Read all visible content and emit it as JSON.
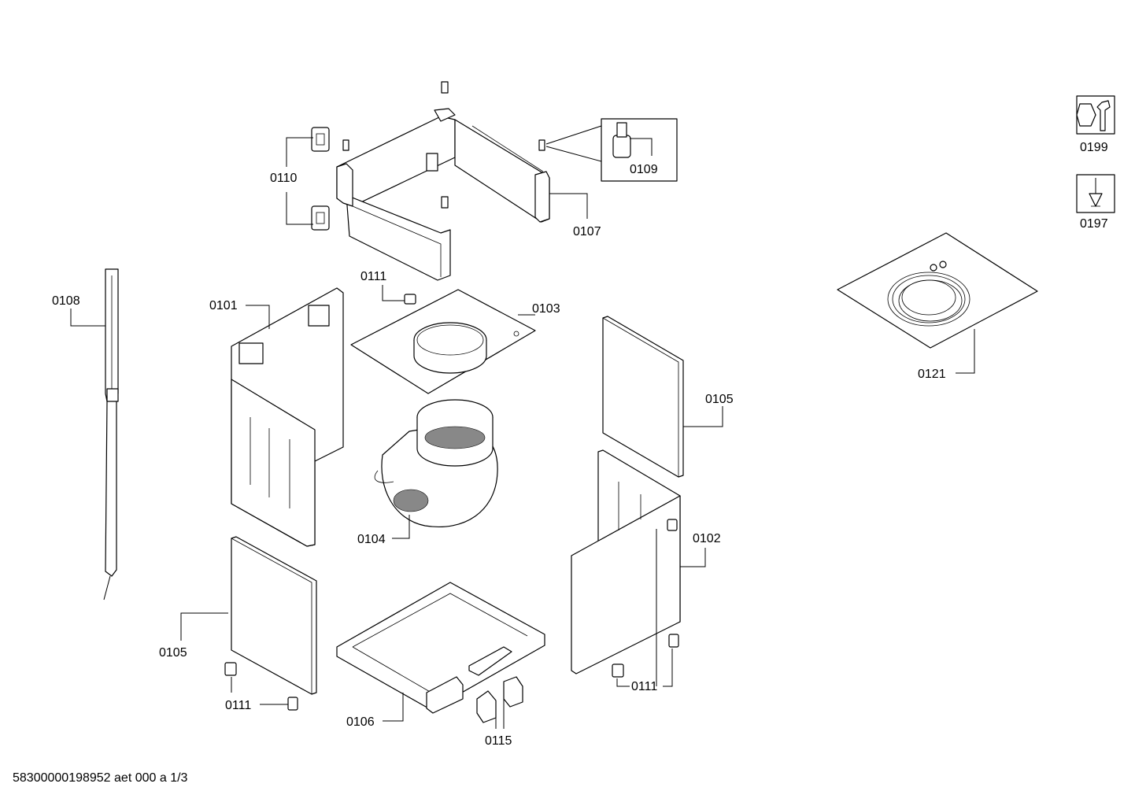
{
  "labels": {
    "p0101": "0101",
    "p0102": "0102",
    "p0103": "0103",
    "p0104": "0104",
    "p0105a": "0105",
    "p0105b": "0105",
    "p0106": "0106",
    "p0107": "0107",
    "p0108": "0108",
    "p0109": "0109",
    "p0110": "0110",
    "p0111a": "0111",
    "p0111b": "0111",
    "p0111c": "0111",
    "p0115": "0115",
    "p0121": "0121",
    "p0197": "0197",
    "p0199": "0199"
  },
  "footer": "58300000198952 aet 000 a 1/3"
}
